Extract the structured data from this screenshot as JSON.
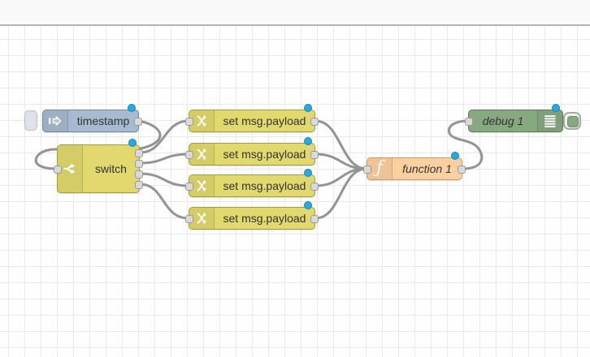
{
  "editor": {
    "workspace": "flow canvas with 20px grid",
    "grid_color": "#e9e9e9",
    "wire_color": "#939393",
    "modified_badge_color": "#29a9e1"
  },
  "nodes": {
    "timestamp": {
      "label": "timestamp",
      "type": "inject",
      "color": "#a6bbcf",
      "modified": true
    },
    "switch_node": {
      "label": "switch",
      "type": "switch",
      "color": "#e2d96e",
      "outputs": 4,
      "modified": true
    },
    "change_1": {
      "label": "set msg.payload",
      "type": "change",
      "color": "#e2d96e",
      "modified": true
    },
    "change_2": {
      "label": "set msg.payload",
      "type": "change",
      "color": "#e2d96e",
      "modified": true
    },
    "change_3": {
      "label": "set msg.payload",
      "type": "change",
      "color": "#e2d96e",
      "modified": true
    },
    "change_4": {
      "label": "set msg.payload",
      "type": "change",
      "color": "#e2d96e",
      "modified": true
    },
    "function_1": {
      "label": "function 1",
      "type": "function",
      "color": "#fdd0a2",
      "modified": true
    },
    "debug_1": {
      "label": "debug 1",
      "type": "debug",
      "color": "#87a980",
      "modified": true,
      "toggle_enabled": true
    }
  },
  "icons": {
    "inject": "inject-arrow-icon",
    "switch": "branch-arrows-icon",
    "change": "swap-arrows-icon",
    "function_glyph": "ƒ",
    "debug": "list-lines-icon"
  },
  "wires": [
    {
      "from": "timestamp",
      "to": "switch_node"
    },
    {
      "from": "switch_node:1",
      "to": "change_1"
    },
    {
      "from": "switch_node:2",
      "to": "change_2"
    },
    {
      "from": "switch_node:3",
      "to": "change_3"
    },
    {
      "from": "switch_node:4",
      "to": "change_4"
    },
    {
      "from": "change_1",
      "to": "function_1"
    },
    {
      "from": "change_2",
      "to": "function_1"
    },
    {
      "from": "change_3",
      "to": "function_1"
    },
    {
      "from": "change_4",
      "to": "function_1"
    },
    {
      "from": "function_1",
      "to": "debug_1"
    }
  ]
}
